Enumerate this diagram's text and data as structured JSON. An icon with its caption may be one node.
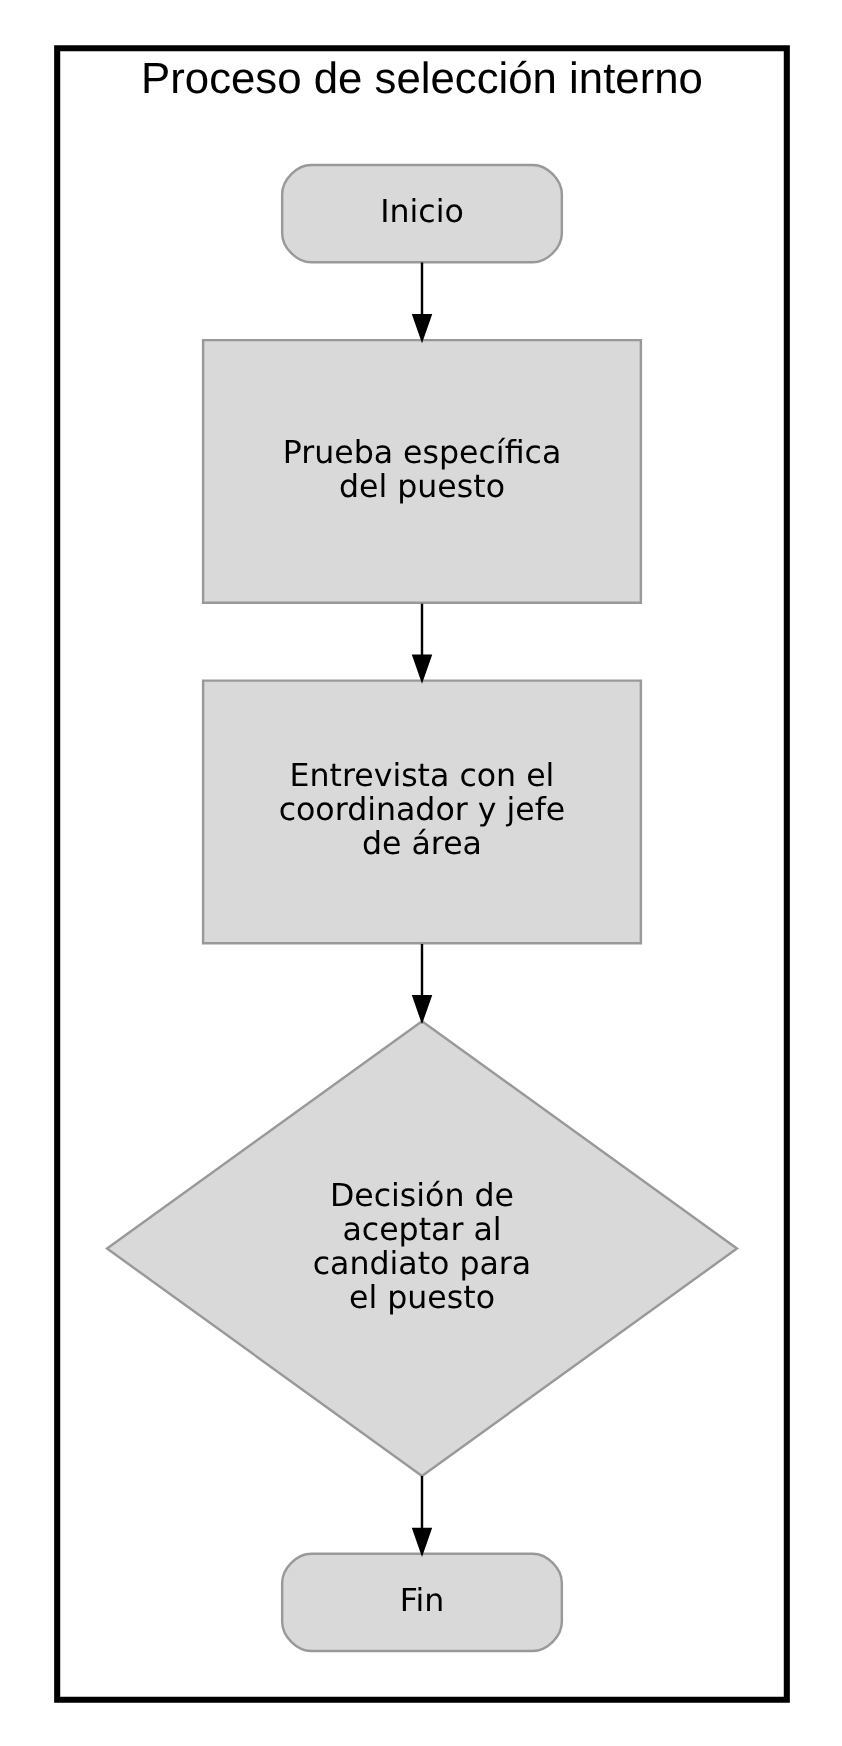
{
  "diagram": {
    "nodes": [
      {
        "text": [
          "Proceso de selección interno"
        ]
      },
      {
        "text": [
          "Inicio"
        ],
        "in": 0
      },
      {
        "text": [
          "Prueba específica del puesto"
        ],
        "in": 0
      },
      {
        "text": [
          "Entrevista con el coordinador y jefe de área"
        ],
        "in": 0
      },
      {
        "text": [
          "Decisión de aceptar al candiato para el puesto"
        ],
        "in": 0
      },
      {
        "text": [
          "Fin"
        ],
        "in": 0
      }
    ],
    "edges": [
      {
        "from": 1,
        "to": 2,
        "arrow": "to"
      },
      {
        "from": 2,
        "to": 3,
        "arrow": "to"
      },
      {
        "from": 3,
        "to": 4,
        "arrow": "to"
      },
      {
        "from": 4,
        "to": 5,
        "arrow": "to"
      }
    ]
  }
}
